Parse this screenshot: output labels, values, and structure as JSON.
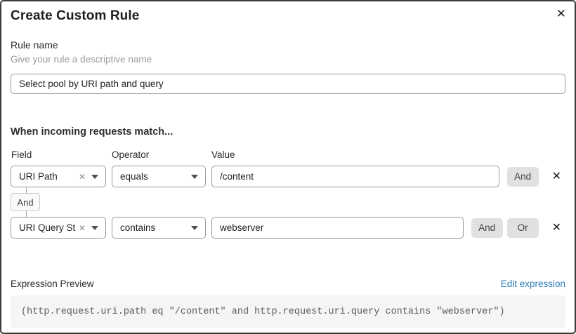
{
  "dialog": {
    "title": "Create Custom Rule",
    "close_icon": "✕"
  },
  "rule_name": {
    "label": "Rule name",
    "helper": "Give your rule a descriptive name",
    "value": "Select pool by URI path and query"
  },
  "match": {
    "heading": "When incoming requests match...",
    "columns": {
      "field": "Field",
      "operator": "Operator",
      "value": "Value"
    },
    "connector_label": "And",
    "rows": [
      {
        "field": "URI Path",
        "operator": "equals",
        "value": "/content",
        "buttons": {
          "and": "And"
        },
        "clear_icon": "✕",
        "remove_icon": "✕"
      },
      {
        "field": "URI Query St...",
        "operator": "contains",
        "value": "webserver",
        "buttons": {
          "and": "And",
          "or": "Or"
        },
        "clear_icon": "✕",
        "remove_icon": "✕"
      }
    ]
  },
  "expression": {
    "label": "Expression Preview",
    "edit_link": "Edit expression",
    "code": "(http.request.uri.path eq \"/content\" and http.request.uri.query contains \"webserver\")"
  },
  "colors": {
    "link_blue": "#2f7fb8",
    "button_gray": "#e1e1e1",
    "code_background": "#f5f5f5",
    "dialog_border": "#3a3a3a"
  }
}
